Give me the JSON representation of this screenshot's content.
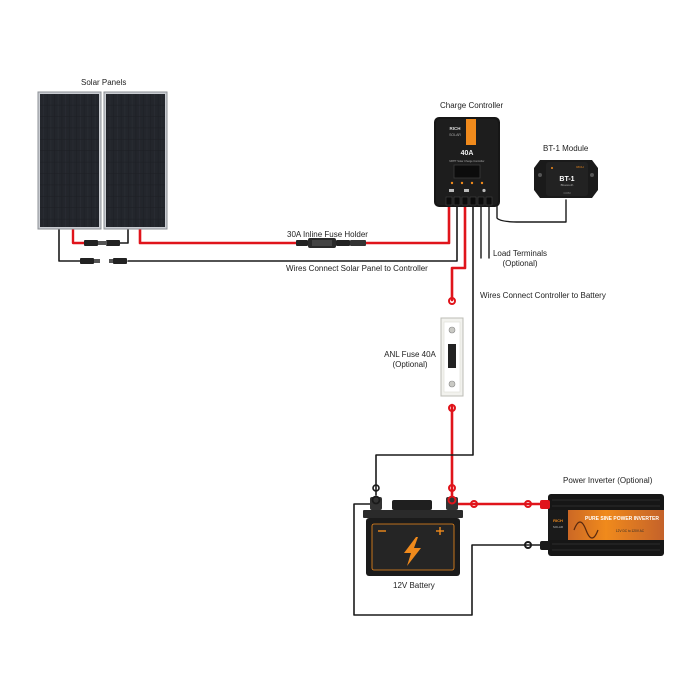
{
  "labels": {
    "solar_panels": "Solar Panels",
    "charge_controller": "Charge Controller",
    "bt1_module": "BT-1 Module",
    "inline_fuse": "30A Inline Fuse Holder",
    "load_terminals_1": "Load Terminals",
    "load_terminals_2": "(Optional)",
    "wires_solar": "Wires Connect Solar Panel to Controller",
    "wires_battery": "Wires Connect Controller to Battery",
    "anl_fuse_1": "ANL Fuse 40A",
    "anl_fuse_2": "(Optional)",
    "power_inverter": "Power Inverter (Optional)",
    "battery": "12V Battery"
  },
  "device_text": {
    "controller_brand_1": "RICH",
    "controller_brand_2": "SOLAR",
    "controller_rating": "40A",
    "controller_model": "MPPT Solar Charge Controller",
    "bt1_title": "BT-1",
    "bt1_sub": "Bluetooth",
    "bt1_port": "COM",
    "inverter_brand_1": "RICH",
    "inverter_brand_2": "SOLAR",
    "inverter_model": "PURE SINE POWER INVERTER",
    "inverter_spec": "12V DC to 120V AC"
  },
  "colors": {
    "positive_wire": "#e0141b",
    "negative_wire": "#1a1a1a",
    "accent_orange": "#f08a1c",
    "panel_cell": "#1b1d22",
    "device_body": "#161616"
  },
  "icons": {
    "battery_symbol": "lightning-bolt-icon",
    "fuse": "anl-fuse-icon"
  }
}
